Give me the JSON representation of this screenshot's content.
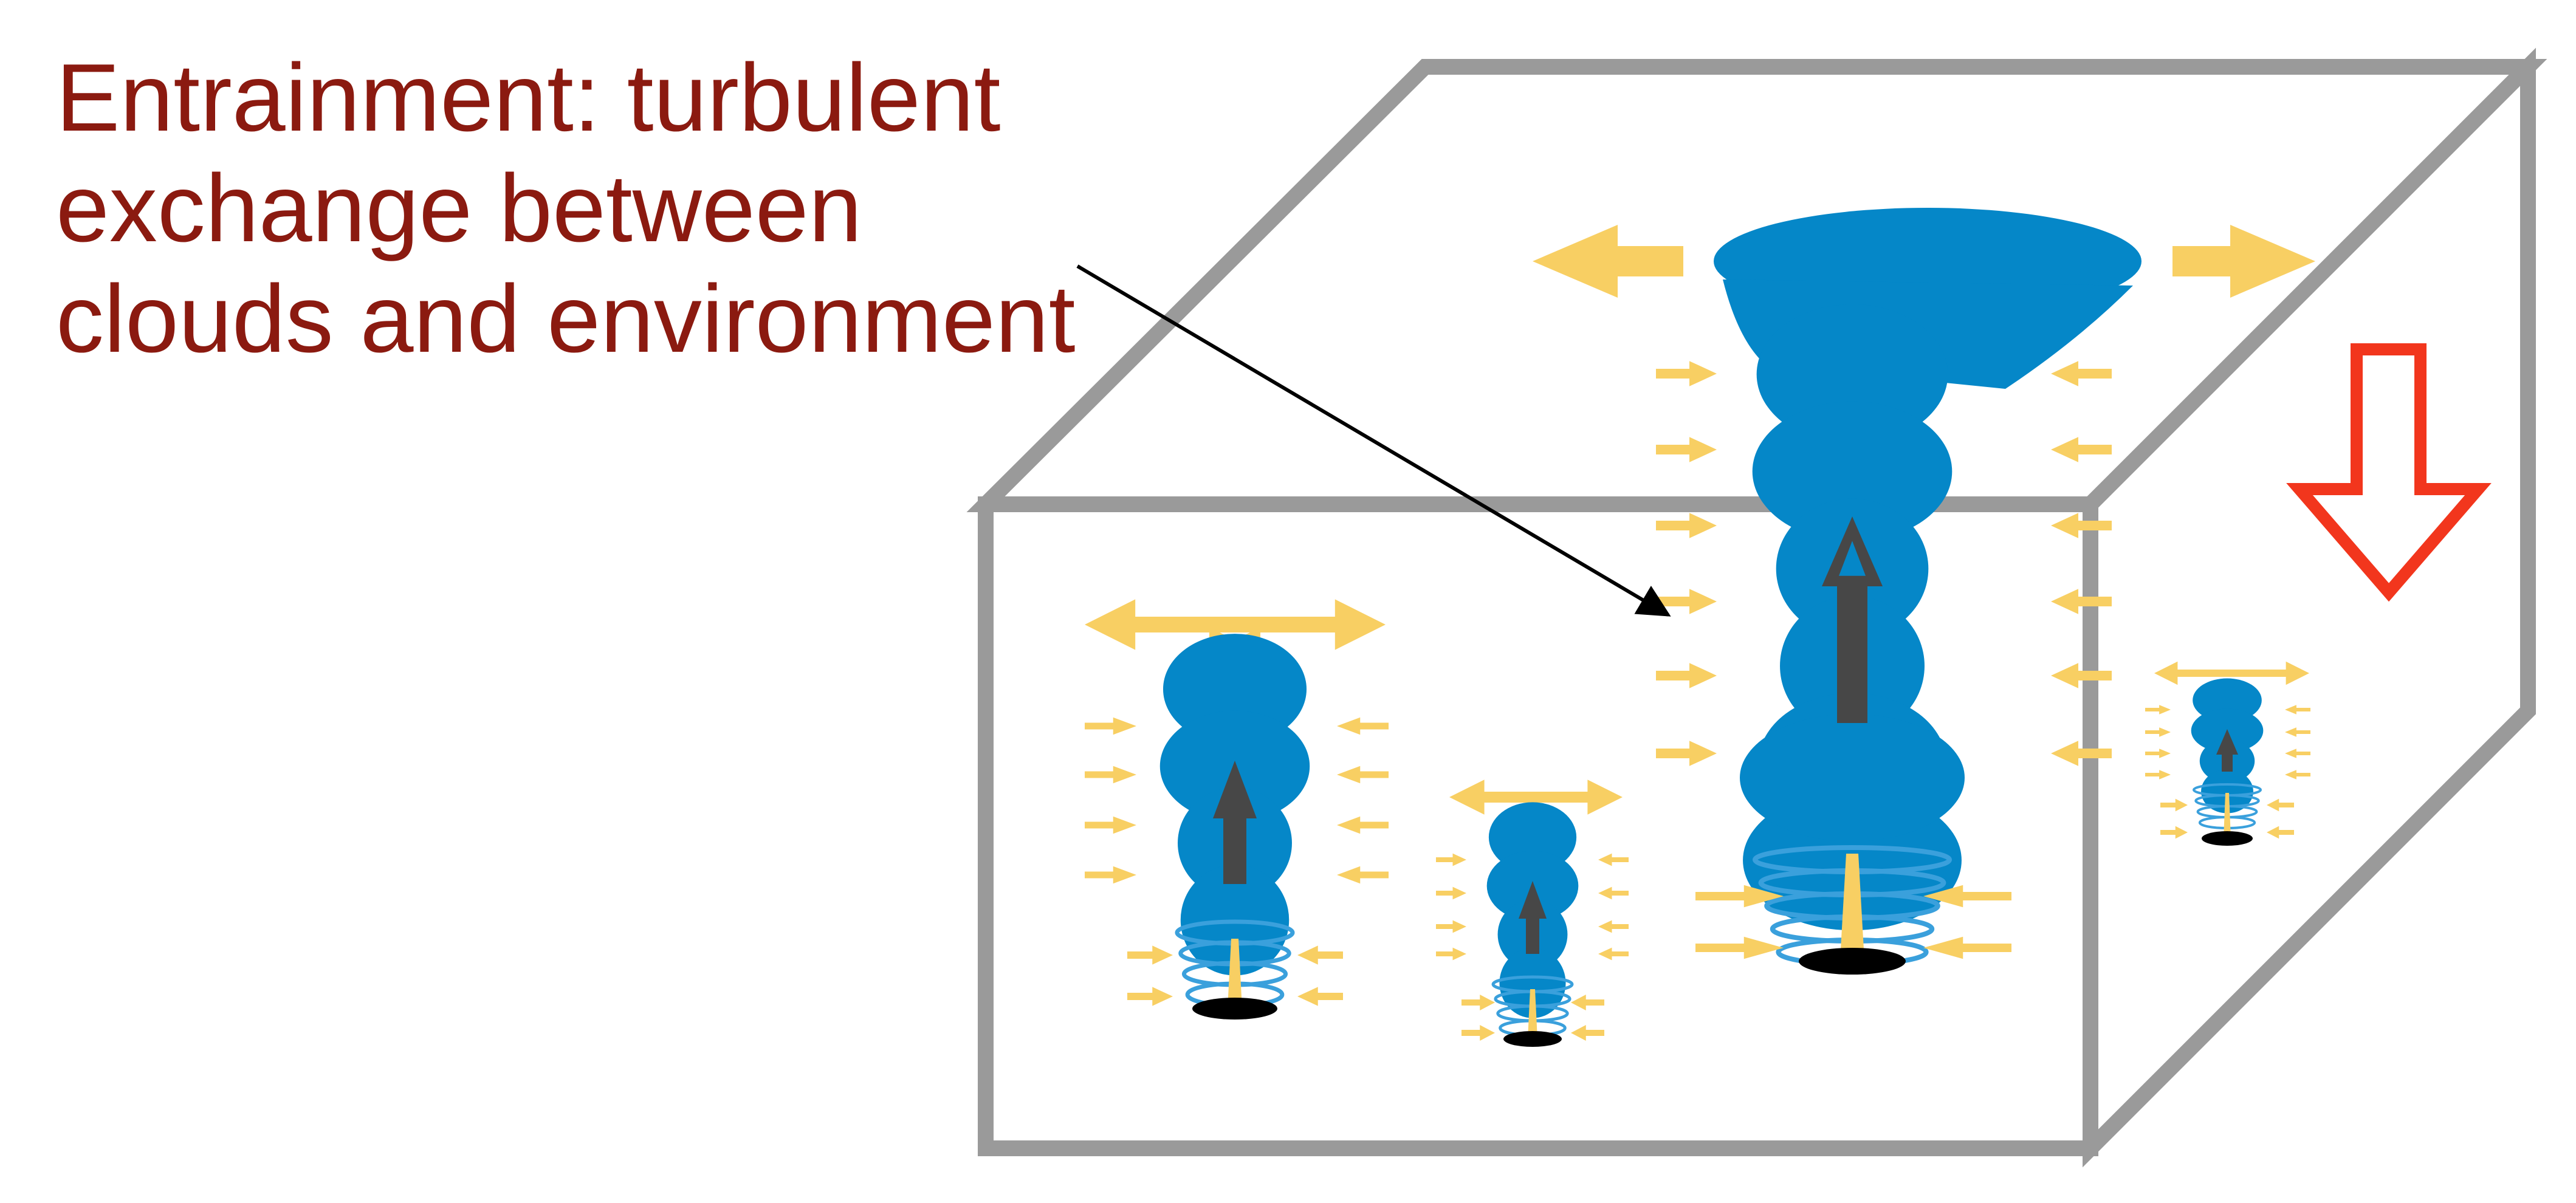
{
  "caption": {
    "lines": [
      "Entrainment: turbulent",
      "exchange between",
      "clouds and environment"
    ]
  },
  "colors": {
    "caption_text": "#8b1a10",
    "box_edge": "#9a9a9a",
    "cloud": "#0587c8",
    "vortex_ring": "#3aa0dc",
    "entrainment_arrow": "#f8cf63",
    "updraft_arrow": "#474747",
    "subsidence_arrow": "#f2361d",
    "surface_base": "#000000",
    "leader_line": "#000000"
  },
  "icons": {
    "cloud": "convective-cloud-icon",
    "updraft": "updraft-arrow-icon",
    "subsidence": "subsidence-arrow-icon",
    "entrainment": "entrainment-arrow-icon",
    "outflow": "outflow-arrow-icon"
  }
}
